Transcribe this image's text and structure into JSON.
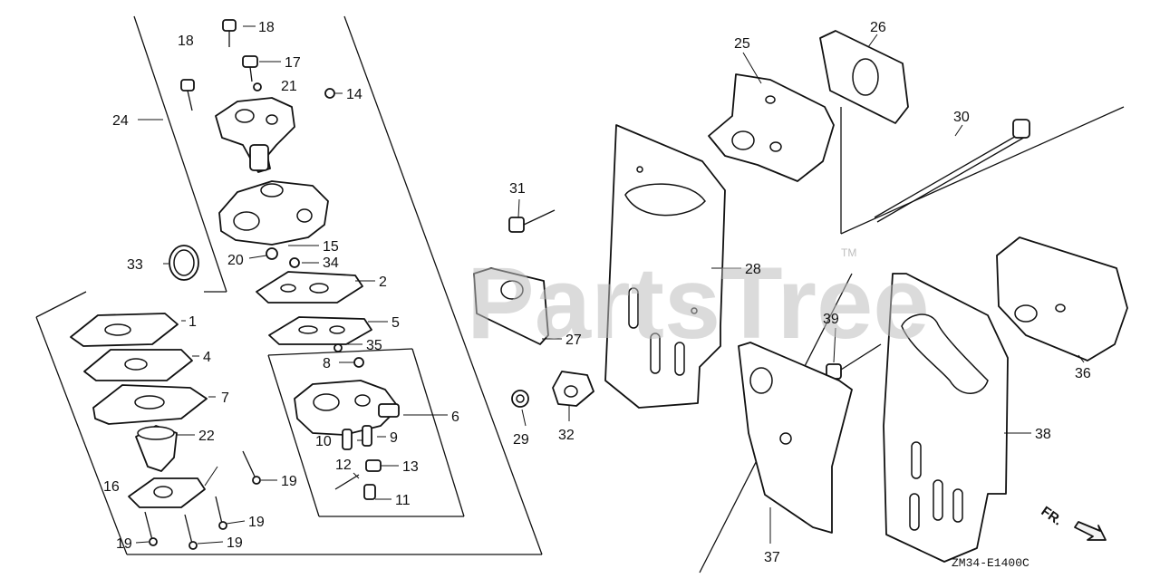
{
  "diagram": {
    "watermark": "PartsTree",
    "trademark": "TM",
    "drawing_code": "ZM34-E1400C",
    "direction_label": "FR.",
    "callouts": [
      {
        "id": "c1",
        "text": "1"
      },
      {
        "id": "c2",
        "text": "2"
      },
      {
        "id": "c4",
        "text": "4"
      },
      {
        "id": "c5",
        "text": "5"
      },
      {
        "id": "c6",
        "text": "6"
      },
      {
        "id": "c7",
        "text": "7"
      },
      {
        "id": "c8",
        "text": "8"
      },
      {
        "id": "c9",
        "text": "9"
      },
      {
        "id": "c10",
        "text": "10"
      },
      {
        "id": "c11",
        "text": "11"
      },
      {
        "id": "c12",
        "text": "12"
      },
      {
        "id": "c13",
        "text": "13"
      },
      {
        "id": "c14",
        "text": "14"
      },
      {
        "id": "c15",
        "text": "15"
      },
      {
        "id": "c16",
        "text": "16"
      },
      {
        "id": "c17",
        "text": "17"
      },
      {
        "id": "c18a",
        "text": "18"
      },
      {
        "id": "c18b",
        "text": "18"
      },
      {
        "id": "c19a",
        "text": "19"
      },
      {
        "id": "c19b",
        "text": "19"
      },
      {
        "id": "c19c",
        "text": "19"
      },
      {
        "id": "c19d",
        "text": "19"
      },
      {
        "id": "c20",
        "text": "20"
      },
      {
        "id": "c21",
        "text": "21"
      },
      {
        "id": "c22",
        "text": "22"
      },
      {
        "id": "c24",
        "text": "24"
      },
      {
        "id": "c25",
        "text": "25"
      },
      {
        "id": "c26",
        "text": "26"
      },
      {
        "id": "c27",
        "text": "27"
      },
      {
        "id": "c28",
        "text": "28"
      },
      {
        "id": "c29",
        "text": "29"
      },
      {
        "id": "c30",
        "text": "30"
      },
      {
        "id": "c31",
        "text": "31"
      },
      {
        "id": "c32",
        "text": "32"
      },
      {
        "id": "c33",
        "text": "33"
      },
      {
        "id": "c34",
        "text": "34"
      },
      {
        "id": "c35",
        "text": "35"
      },
      {
        "id": "c36",
        "text": "36"
      },
      {
        "id": "c37",
        "text": "37"
      },
      {
        "id": "c38",
        "text": "38"
      },
      {
        "id": "c39",
        "text": "39"
      }
    ]
  }
}
